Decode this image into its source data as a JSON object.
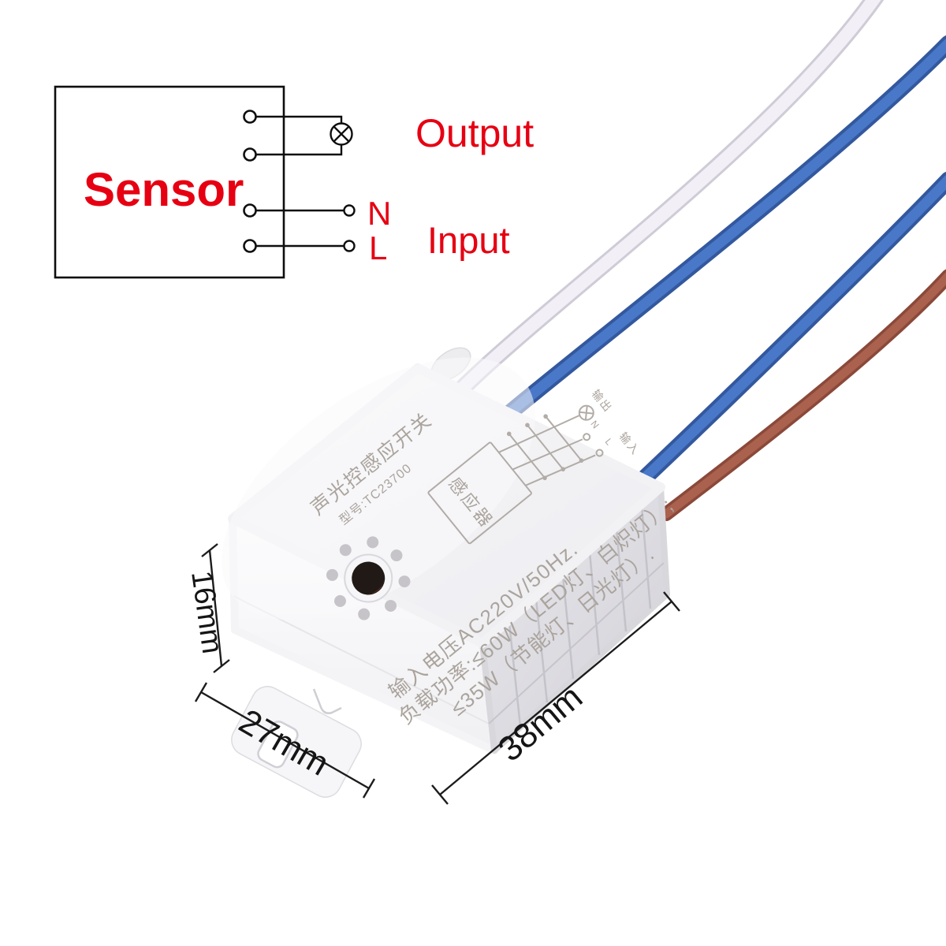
{
  "wiring_diagram": {
    "sensor_label": "Sensor",
    "output_label": "Output",
    "input_label": "Input",
    "neutral_label": "N",
    "live_label": "L"
  },
  "device_print": {
    "title": "声光控感应开关",
    "model": "型号:TC23700",
    "schematic_box_label": "感应器",
    "schematic_output_label": "输出",
    "schematic_neutral_label": "N",
    "schematic_live_label": "L",
    "schematic_input_label": "输入",
    "spec_line1": "输入电压AC220V/50Hz.",
    "spec_line2": "负载功率:≤60W（LED灯、白炽灯）;",
    "spec_line3": "≤35W（节能灯、日光灯）."
  },
  "dimensions": {
    "height_label": "16mm",
    "width_label": "27mm",
    "length_label": "38mm"
  },
  "colors": {
    "label_red": "#e60012",
    "diagram_line": "#0e0e0e",
    "body_white": "#f3f3f6",
    "wire_white": "#f2f0f6",
    "wire_blue": "#3e6cc0",
    "wire_brown": "#9c5443"
  }
}
